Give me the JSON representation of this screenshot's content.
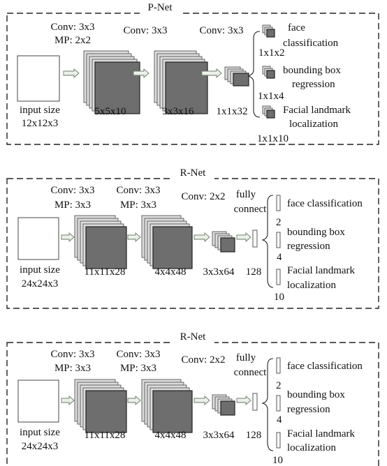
{
  "panels": [
    {
      "title": "P-Net",
      "input": {
        "line1": "input size",
        "line2": "12x12x3"
      },
      "layers": [
        {
          "conv": "Conv: 3x3",
          "mp": "MP: 2x2",
          "size": "5x5x10"
        },
        {
          "conv": "Conv: 3x3",
          "mp": "",
          "size": "3x3x16"
        },
        {
          "conv": "Conv: 3x3",
          "mp": "",
          "size": "1x1x32"
        }
      ],
      "outputs": [
        {
          "line1": "face",
          "line2": "classification",
          "dim": "1x1x2"
        },
        {
          "line1": "bounding box",
          "line2": "regression",
          "dim": "1x1x4"
        },
        {
          "line1": "Facial landmark",
          "line2": "localization",
          "dim": "1x1x10"
        }
      ]
    },
    {
      "title": "R-Net",
      "input": {
        "line1": "input size",
        "line2": "24x24x3"
      },
      "layers": [
        {
          "conv": "Conv: 3x3",
          "mp": "MP: 3x3",
          "size": "11x11x28"
        },
        {
          "conv": "Conv: 3x3",
          "mp": "MP: 3x3",
          "size": "4x4x48"
        },
        {
          "conv": "Conv: 2x2",
          "mp": "",
          "size": "3x3x64"
        }
      ],
      "fc": {
        "line1": "fully",
        "line2": "connect",
        "size": "128"
      },
      "outputs": [
        {
          "line1": "face classification",
          "line2": "",
          "dim": "2"
        },
        {
          "line1": "bounding box",
          "line2": "regression",
          "dim": "4"
        },
        {
          "line1": "Facial landmark",
          "line2": "localization",
          "dim": "10"
        }
      ]
    },
    {
      "title": "R-Net",
      "input": {
        "line1": "input size",
        "line2": "24x24x3"
      },
      "layers": [
        {
          "conv": "Conv: 3x3",
          "mp": "MP: 3x3",
          "size": "11x11x28"
        },
        {
          "conv": "Conv: 3x3",
          "mp": "MP: 3x3",
          "size": "4x4x48"
        },
        {
          "conv": "Conv: 2x2",
          "mp": "",
          "size": "3x3x64"
        }
      ],
      "fc": {
        "line1": "fully",
        "line2": "connect",
        "size": "128"
      },
      "outputs": [
        {
          "line1": "face classification",
          "line2": "",
          "dim": "2"
        },
        {
          "line1": "bounding box",
          "line2": "regression",
          "dim": "4"
        },
        {
          "line1": "Facial landmark",
          "line2": "localization",
          "dim": "10"
        }
      ]
    }
  ]
}
